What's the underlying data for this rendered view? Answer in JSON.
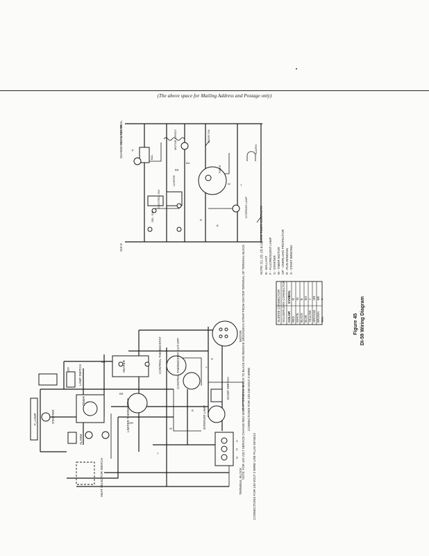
{
  "header": {
    "mailing_note": "(The above space for Mailing Address and Postage only)"
  },
  "figure": {
    "number": "Figure 45",
    "caption": "DI-59 Wiring Diagram"
  },
  "schematic": {
    "title": "SCHEMATIC DIAGRAM",
    "supply_left": "210 V.",
    "supply_right": "210 V. NEUTRAL",
    "labels": {
      "control_sw": "CONTROL SW",
      "sel_sw": "SEL. SW",
      "limiter": "LIMITER",
      "motor_speed": "MOTOR SPEED",
      "door_sw": "DOOR SW",
      "alarm": "ALARM",
      "interior_lamp": "INTERIOR LAMP",
      "timer": "TIMER",
      "bal": "BAL",
      "lamp_f": "F"
    },
    "notes": [
      "NOTE: (1), (2), (3) & (4) ARE TIMER CONTACTS",
      "B - BALLAST",
      "F - FLUORESCENT LAMP",
      "S - STARTER",
      "M - TIMER MOTOR",
      "OP - OVERLOAD PROTECTOR",
      "R - RUN WINDING",
      "S - START WINDING"
    ]
  },
  "legend": {
    "sleeve": "SLEEVE CONNECTOR",
    "solderless": "SOLDERLESS CONNECTOR",
    "headers": [
      "COLOR",
      "SYMBOL"
    ],
    "rows": [
      [
        "RED",
        "R"
      ],
      [
        "WHITE",
        "W"
      ],
      [
        "BLACK",
        "B"
      ],
      [
        "BLUE",
        "BU"
      ],
      [
        "YELLOW",
        "Y"
      ],
      [
        "ORANGE",
        "OR"
      ],
      [
        "BROWN",
        "BR"
      ],
      [
        "TAN",
        "T"
      ]
    ]
  },
  "wiring": {
    "components": {
      "ballast": "BALLAST",
      "lamp": "F₁ LAMP",
      "starter": "STARTER",
      "lamp_switch": "LAMP SWITCH",
      "timer": "TIMER",
      "alarm": "ALARM",
      "heater": "HEATER",
      "control_thermostat": "CONTROL THERMOSTAT",
      "control_thermostat_cutoff": "CONTROL THERMOSTAT CUT-OFF",
      "limiter_thermostat": "LIMITER THERMOSTAT",
      "motor": "MOTOR",
      "door_switch": "DOOR SWITCH",
      "interior_lamp": "INTERIOR LAMP",
      "heat_selector_switch": "HEAT SELECTOR SWITCH",
      "terminal_block": "TERMINAL BLOCK"
    },
    "connections_230": "CONNECTIONS FOR 120-240 VOLT 3 WIRE",
    "connections_120": "CONNECTIONS FOR 120 VOLT 2 WIRE USE PLUG 5974813",
    "terminal_marks": [
      "1",
      "2",
      "3"
    ],
    "note": "NOTE: FOR 120 VOLT SERVICE CHANGE RED WIRE AT TERMINAL BLOCK TO BLACK AND REMOVE GROUNDING STRAP FROM CENTER TERMINAL OF TERMINAL BLOCK",
    "wire_codes": {
      "bu": "BU",
      "br": "BR",
      "or": "OR",
      "w": "W",
      "y": "Y",
      "r": "R",
      "b": "B",
      "t": "T"
    }
  }
}
